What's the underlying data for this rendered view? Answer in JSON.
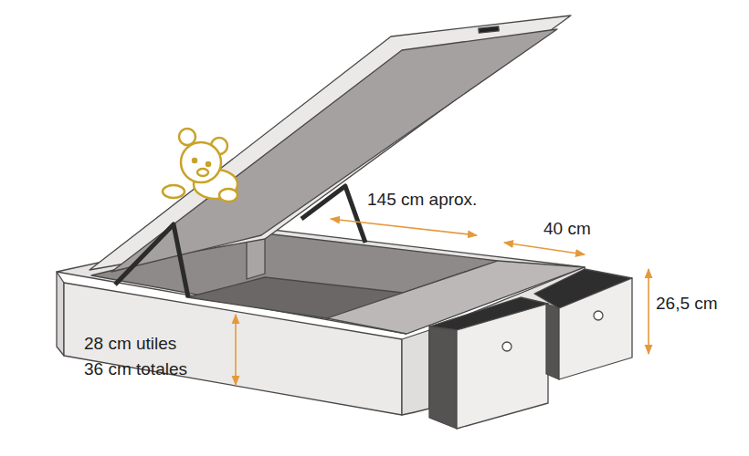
{
  "diagram": {
    "labels": [
      "145 cm aprox.",
      "40 cm",
      "26,5 cm",
      "28 cm utiles",
      "36 cm totales"
    ]
  }
}
